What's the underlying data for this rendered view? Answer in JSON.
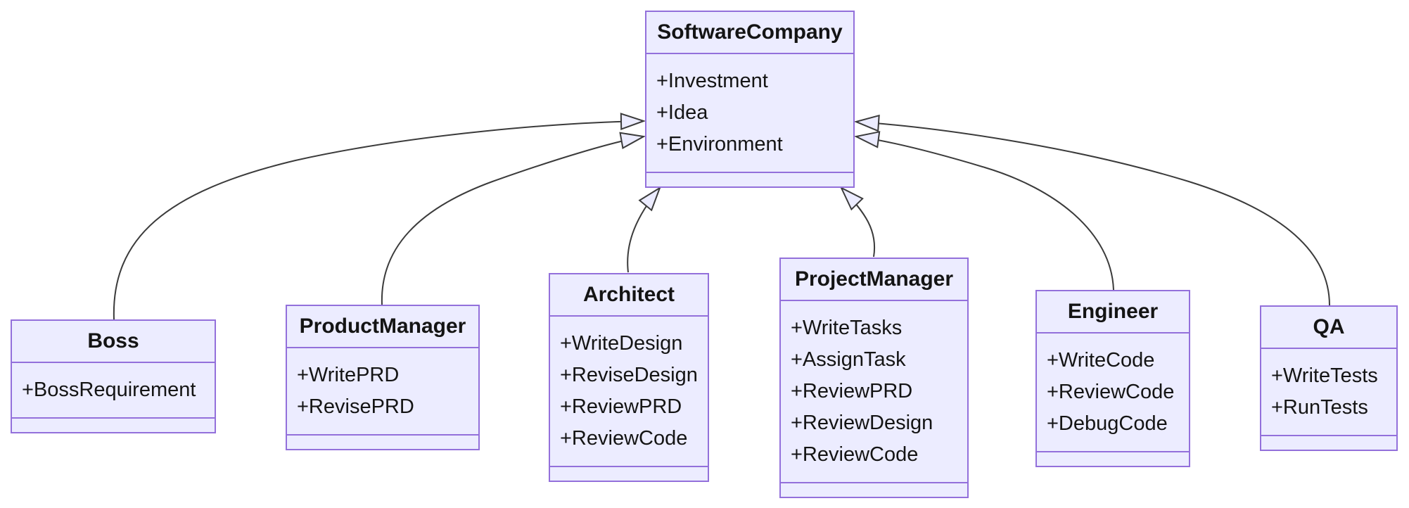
{
  "diagram": {
    "type": "uml-class-diagram",
    "colors": {
      "node_fill": "#ECECFF",
      "node_border": "#9370DB",
      "edge_stroke": "#3b3b3b",
      "text": "#141414",
      "background": "#ffffff"
    },
    "classes": [
      {
        "name": "SoftwareCompany",
        "attributes": [
          "+Investment",
          "+Idea",
          "+Environment"
        ],
        "methods": []
      },
      {
        "name": "Boss",
        "attributes": [
          "+BossRequirement"
        ],
        "methods": []
      },
      {
        "name": "ProductManager",
        "attributes": [
          "+WritePRD",
          "+RevisePRD"
        ],
        "methods": []
      },
      {
        "name": "Architect",
        "attributes": [
          "+WriteDesign",
          "+ReviseDesign",
          "+ReviewPRD",
          "+ReviewCode"
        ],
        "methods": []
      },
      {
        "name": "ProjectManager",
        "attributes": [
          "+WriteTasks",
          "+AssignTask",
          "+ReviewPRD",
          "+ReviewDesign",
          "+ReviewCode"
        ],
        "methods": []
      },
      {
        "name": "Engineer",
        "attributes": [
          "+WriteCode",
          "+ReviewCode",
          "+DebugCode"
        ],
        "methods": []
      },
      {
        "name": "QA",
        "attributes": [
          "+WriteTests",
          "+RunTests"
        ],
        "methods": []
      }
    ],
    "relations": [
      {
        "from": "Boss",
        "to": "SoftwareCompany",
        "type": "inheritance"
      },
      {
        "from": "ProductManager",
        "to": "SoftwareCompany",
        "type": "inheritance"
      },
      {
        "from": "Architect",
        "to": "SoftwareCompany",
        "type": "inheritance"
      },
      {
        "from": "ProjectManager",
        "to": "SoftwareCompany",
        "type": "inheritance"
      },
      {
        "from": "Engineer",
        "to": "SoftwareCompany",
        "type": "inheritance"
      },
      {
        "from": "QA",
        "to": "SoftwareCompany",
        "type": "inheritance"
      }
    ]
  }
}
